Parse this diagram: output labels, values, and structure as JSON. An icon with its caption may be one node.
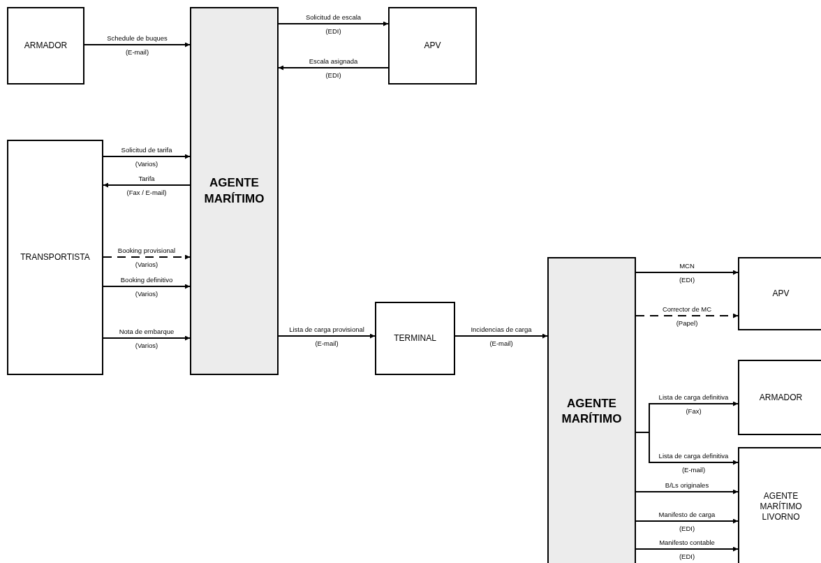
{
  "diagram": {
    "nodes": [
      {
        "text": [
          "ARMADOR"
        ]
      },
      {
        "text": [
          "AGENTE MARÍTIMO"
        ]
      },
      {
        "text": [
          "APV"
        ]
      },
      {
        "text": [
          "TRANSPORTISTA"
        ]
      },
      {
        "text": [
          "TERMINAL"
        ]
      },
      {
        "text": [
          "AGENTE MARÍTIMO"
        ]
      },
      {
        "text": [
          "APV"
        ]
      },
      {
        "text": [
          "ARMADOR"
        ]
      },
      {
        "text": [
          "AGENTE MARÍTIMO LIVORNO"
        ]
      }
    ],
    "edges": [
      {
        "from": 0,
        "to": 1,
        "arrow": "to",
        "label": "Schedule de buques"
      },
      {
        "from": 1,
        "to": 2,
        "arrow": "to",
        "label": "Solicitud de escala"
      },
      {
        "from": 2,
        "to": 1,
        "arrow": "to",
        "label": "Escala asignada"
      },
      {
        "from": 3,
        "to": 1,
        "arrow": "to",
        "label": "Solicitud de tarifa"
      },
      {
        "from": 1,
        "to": 3,
        "arrow": "to",
        "label": "Tarifa"
      },
      {
        "from": 3,
        "to": 1,
        "arrow": "to",
        "label": "Booking provisional",
        "style": "dashed"
      },
      {
        "from": 3,
        "to": 1,
        "arrow": "to",
        "label": "Booking definitivo"
      },
      {
        "from": 3,
        "to": 1,
        "arrow": "to",
        "label": "Nota de embarque"
      },
      {
        "from": 1,
        "to": 4,
        "arrow": "to",
        "label": "Lista de carga provisional"
      },
      {
        "from": 4,
        "to": 5,
        "arrow": "to",
        "label": "Incidencias de carga"
      },
      {
        "from": 5,
        "to": 6,
        "arrow": "to",
        "label": "MCN"
      },
      {
        "from": 5,
        "to": 6,
        "arrow": "to",
        "label": "Corrector de MC",
        "style": "dashed"
      },
      {
        "from": 5,
        "to": 7,
        "arrow": "to",
        "label": "Lista de carga definitiva"
      },
      {
        "from": 5,
        "to": 8,
        "arrow": "to",
        "label": "Lista de carga definitiva"
      },
      {
        "from": 5,
        "to": 8,
        "arrow": "to",
        "label": "B/Ls originales"
      },
      {
        "from": 5,
        "to": 8,
        "arrow": "to",
        "label": "Manifesto de carga"
      },
      {
        "from": 5,
        "to": 8,
        "arrow": "to",
        "label": "Manifesto contable"
      }
    ],
    "labels": [
      "(E-mail)",
      "(EDI)",
      "(EDI)",
      "(Varios)",
      "(Fax / E-mail)",
      "(Varios)",
      "(Varios)",
      "(Varios)",
      "(E-mail)",
      "(E-mail)",
      "(EDI)",
      "(Papel)",
      "(Fax)",
      "(E-mail)",
      "(EDI)",
      "(EDI)"
    ]
  }
}
